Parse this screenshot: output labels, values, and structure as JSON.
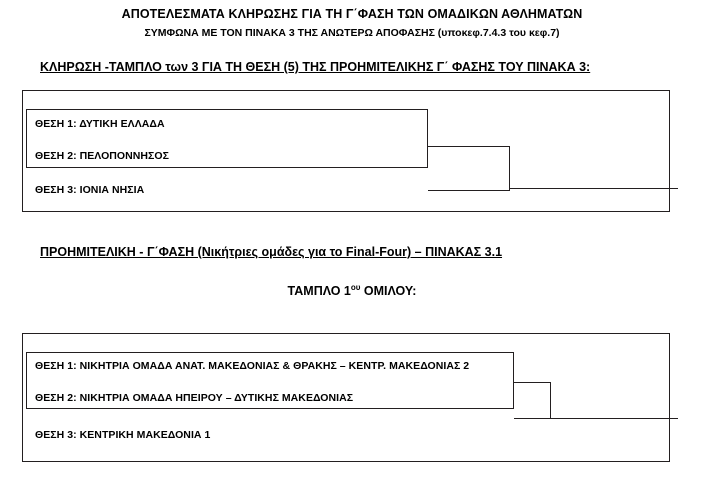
{
  "document": {
    "title": "ΑΠΟΤΕΛΕΣΜΑΤΑ ΚΛΗΡΩΣΗΣ ΓΙΑ ΤΗ  Γ΄ΦΑΣΗ ΤΩΝ ΟΜΑΔΙΚΩΝ ΑΘΛΗΜΑΤΩΝ",
    "subtitle": "ΣΥΜΦΩΝΑ ΜΕ ΤΟΝ ΠΙΝΑΚΑ 3 ΤΗΣ ΑΝΩΤΕΡΩ ΑΠΟΦΑΣΗΣ (υποκεφ.7.4.3 του κεφ.7)"
  },
  "sections": [
    {
      "heading": "ΚΛΗΡΩΣΗ -ΤΑΜΠΛΟ των 3 ΓΙΑ ΤΗ ΘΕΣΗ (5) ΤΗΣ ΠΡΟΗΜΙΤΕΛΙΚΗΣ Γ΄ ΦΑΣΗΣ ΤΟΥ ΠΙΝΑΚΑ 3:",
      "bracket": {
        "seeds": [
          "ΘΕΣΗ 1: ΔΥΤΙΚΗ ΕΛΛΑΔΑ",
          "ΘΕΣΗ 2: ΠΕΛΟΠΟΝΝΗΣΟΣ",
          "ΘΕΣΗ 3:  ΙΟΝΙΑ ΝΗΣΙΑ"
        ]
      }
    },
    {
      "heading": "ΠΡΟΗΜΙΤΕΛΙΚΗ -  Γ΄ΦΑΣΗ (Νικήτριες ομάδες για το Final-Four) – ΠΙΝΑΚΑΣ 3.1",
      "group_label_main": "ΤΑΜΠΛΟ 1",
      "group_label_sup": "ου",
      "group_label_tail": " ΟΜΙΛΟΥ:",
      "bracket": {
        "seeds": [
          "ΘΕΣΗ 1: ΝΙΚΗΤΡΙΑ ΟΜΑΔΑ ΑΝΑΤ. ΜΑΚΕΔΟΝΙΑΣ & ΘΡΑΚΗΣ – ΚΕΝΤΡ. ΜΑΚΕΔΟΝΙΑΣ 2",
          "ΘΕΣΗ 2: ΝΙΚΗΤΡΙΑ ΟΜΑΔΑ ΗΠΕΙΡΟΥ – ΔΥΤΙΚΗΣ ΜΑΚΕΔΟΝΙΑΣ",
          "ΘΕΣΗ 3:  ΚΕΝΤΡΙΚΗ ΜΑΚΕΔΟΝΙΑ 1"
        ]
      }
    }
  ],
  "colors": {
    "ink": "#231f20",
    "page": "#ffffff"
  }
}
